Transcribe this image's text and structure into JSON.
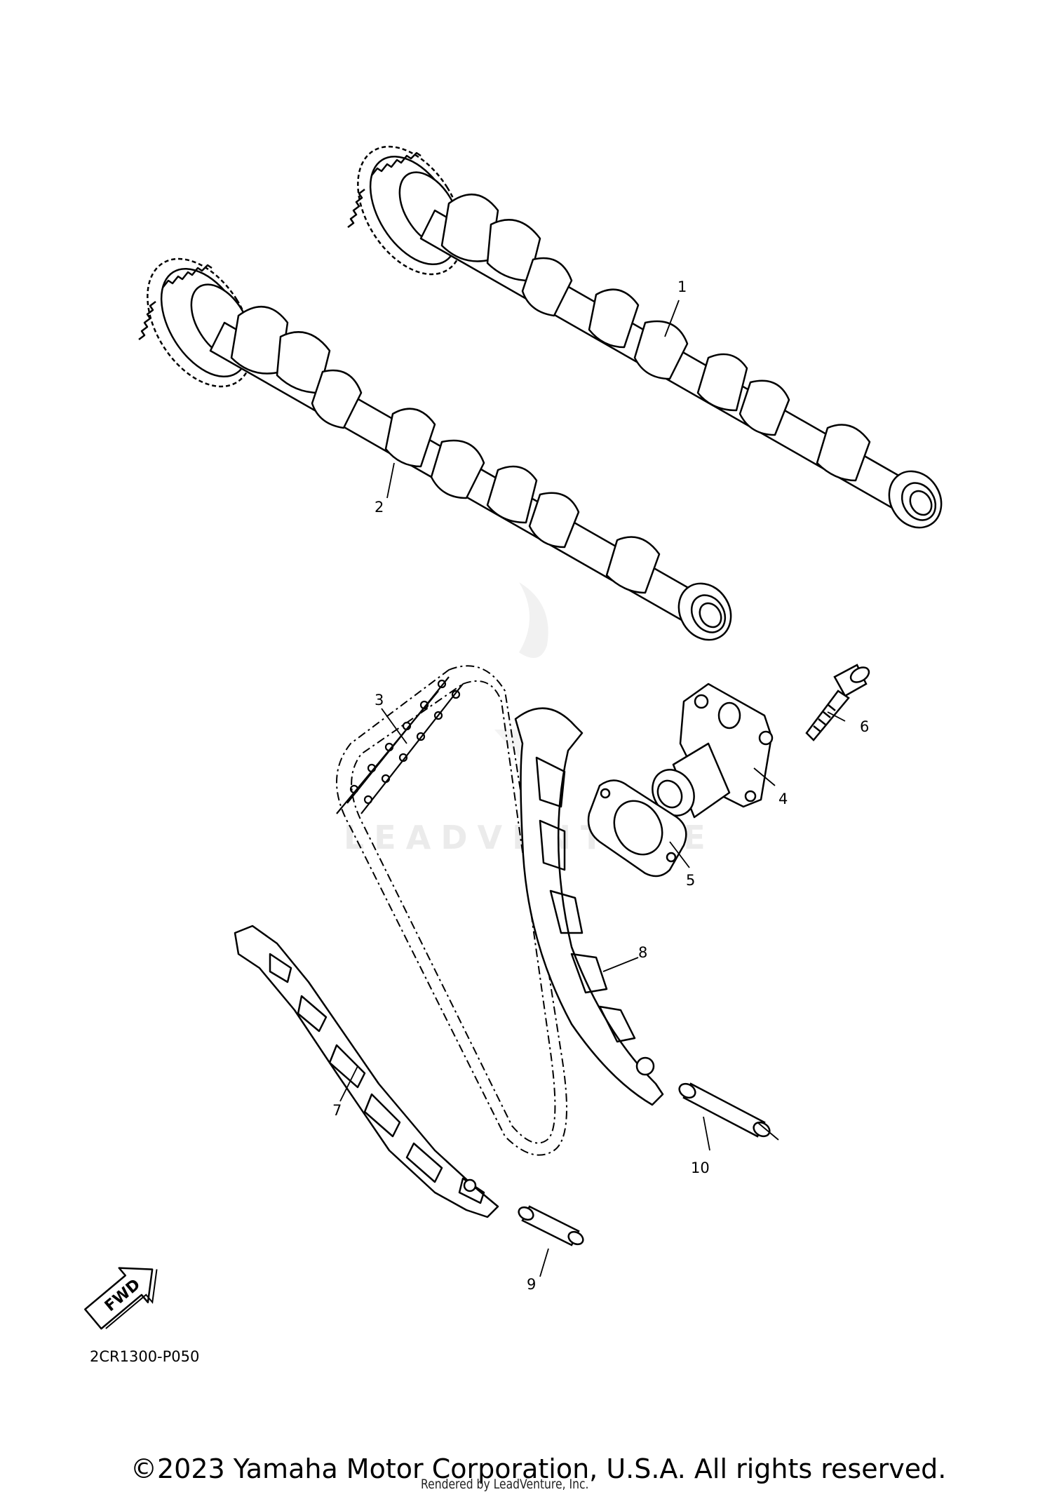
{
  "diagram": {
    "callouts": [
      {
        "id": "1",
        "label": "1"
      },
      {
        "id": "2",
        "label": "2"
      },
      {
        "id": "3",
        "label": "3"
      },
      {
        "id": "4",
        "label": "4"
      },
      {
        "id": "5",
        "label": "5"
      },
      {
        "id": "6",
        "label": "6"
      },
      {
        "id": "7",
        "label": "7"
      },
      {
        "id": "8",
        "label": "8"
      },
      {
        "id": "9",
        "label": "9"
      },
      {
        "id": "10",
        "label": "10"
      }
    ],
    "fwd_label": "FWD",
    "diagram_code": "2CR1300-P050",
    "watermark": "LEADVENTURE"
  },
  "footer": {
    "copyright": "©2023 Yamaha Motor Corporation, U.S.A. All rights reserved.",
    "rendered_by": "Rendered by LeadVenture, Inc."
  }
}
